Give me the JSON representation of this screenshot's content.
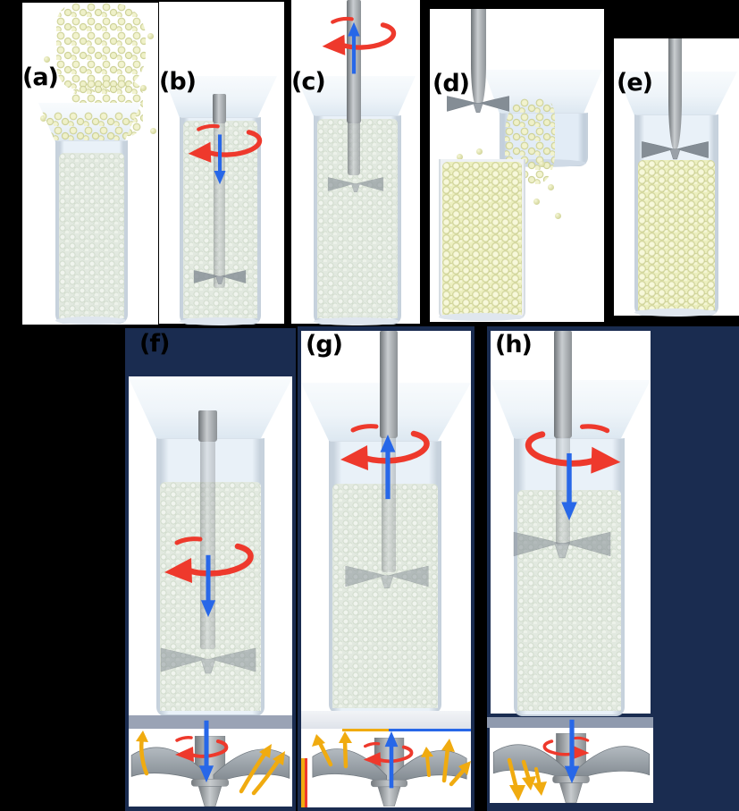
{
  "figure": {
    "background": "#000000",
    "border_color": "#1a2c50",
    "colors": {
      "rotation_arrow_red": "#ee392c",
      "axial_arrow_blue": "#2767e8",
      "force_arrow_yellow": "#f0ab10",
      "particles_yellow": "#ecefbf",
      "particles_pale_green": "#e2e9e0",
      "base_plate_slate": "#9aa3b5",
      "impeller_gray": "#848d95"
    },
    "panels": {
      "a": {
        "label": "(a)",
        "icons": [
          "funnel",
          "cylinder",
          "falling-particles"
        ]
      },
      "b": {
        "label": "(b)",
        "icons": [
          "rotation-ccw-arrow",
          "down-arrow",
          "impeller",
          "shaft"
        ]
      },
      "c": {
        "label": "(c)",
        "icons": [
          "rotation-ccw-arrow",
          "up-arrow",
          "impeller",
          "shaft"
        ]
      },
      "d": {
        "label": "(d)",
        "icons": [
          "impeller",
          "shaft",
          "funnel-cell",
          "pouring-particles",
          "collection-cylinder"
        ]
      },
      "e": {
        "label": "(e)",
        "icons": [
          "impeller",
          "shaft",
          "funnel",
          "filled-cylinder"
        ]
      },
      "f": {
        "label": "(f)",
        "icons": [
          "rotation-ccw-arrow",
          "down-arrow",
          "impeller",
          "blade-closeup",
          "lift-force-arrows"
        ]
      },
      "g": {
        "label": "(g)",
        "icons": [
          "rotation-ccw-arrow",
          "up-arrow",
          "impeller",
          "blade-closeup",
          "outward-force-arrows"
        ]
      },
      "h": {
        "label": "(h)",
        "icons": [
          "rotation-cw-arrow",
          "down-arrow",
          "impeller",
          "blade-closeup",
          "downward-force-arrows"
        ]
      }
    }
  }
}
